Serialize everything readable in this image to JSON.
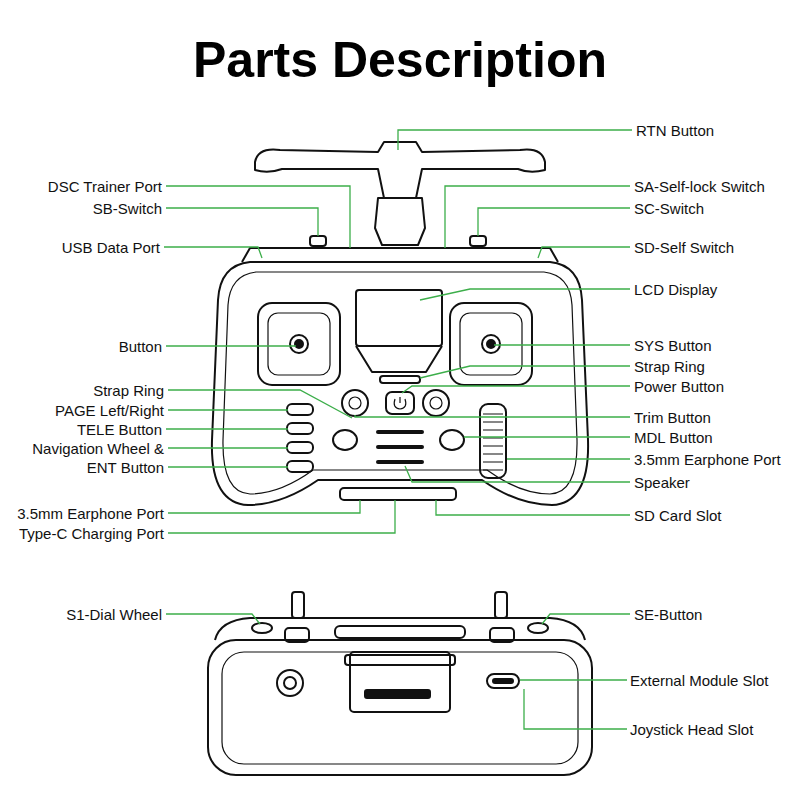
{
  "diagram": {
    "title": "Parts Description",
    "labels": [
      "RTN Button",
      "DSC Trainer Port",
      "SA-Self-lock Switch",
      "SB-Switch",
      "SC-Switch",
      "USB Data Port",
      "SD-Self Switch",
      "LCD Display",
      "Button",
      "SYS Button",
      "Strap Ring",
      "Strap Ring",
      "Power Button",
      "PAGE Left/Right",
      "TELE Button",
      "Navigation Wheel & ENT Button",
      "Trim Button",
      "MDL Button",
      "3.5mm Earphone Port",
      "Speaker",
      "3.5mm Earphone Port",
      "Type-C Charging Port",
      "SD Card Slot",
      "S1-Dial Wheel",
      "SE-Button",
      "External Module Slot",
      "Joystick Head Slot"
    ]
  }
}
